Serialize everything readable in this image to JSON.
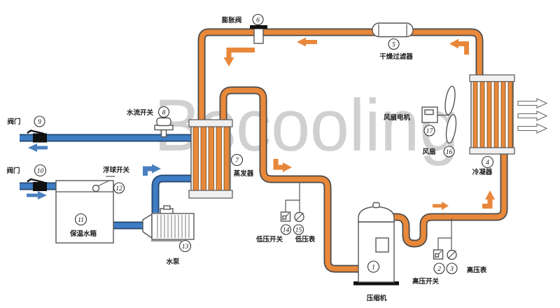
{
  "watermark": "Bscooling",
  "colors": {
    "refrigerant_pipe": "#e8883a",
    "refrigerant_outline": "#4a4a4a",
    "water_pipe": "#3e7cc4",
    "water_outline": "#24456e",
    "watermark_gray": "#c8c8c8"
  },
  "components": {
    "compressor": {
      "number": "1",
      "label": "压缩机"
    },
    "hp_switch": {
      "number": "2",
      "label": "高压开关"
    },
    "hp_gauge": {
      "number": "3",
      "label": "高压表"
    },
    "condenser": {
      "number": "4",
      "label": "冷凝器"
    },
    "filter_drier": {
      "number": "5",
      "label": "干燥过滤器"
    },
    "expansion_valve": {
      "number": "6",
      "label": "膨胀阀"
    },
    "evaporator": {
      "number": "7",
      "label": "蒸发器"
    },
    "water_flow_switch": {
      "number": "8",
      "label": "水流开关"
    },
    "valve_outlet": {
      "number": "9",
      "label": "阀门"
    },
    "valve_inlet": {
      "number": "10",
      "label": "阀门"
    },
    "insulated_tank": {
      "number": "11",
      "label": "保温水箱"
    },
    "float_switch": {
      "number": "12",
      "label": "浮球开关"
    },
    "water_pump": {
      "number": "13",
      "label": "水泵"
    },
    "lp_switch": {
      "number": "14",
      "label": "低压开关"
    },
    "lp_gauge": {
      "number": "15",
      "label": "低压表"
    },
    "fan": {
      "number": "16",
      "label": "风扇"
    },
    "fan_motor": {
      "number": "17",
      "label": "风扇电机"
    }
  }
}
